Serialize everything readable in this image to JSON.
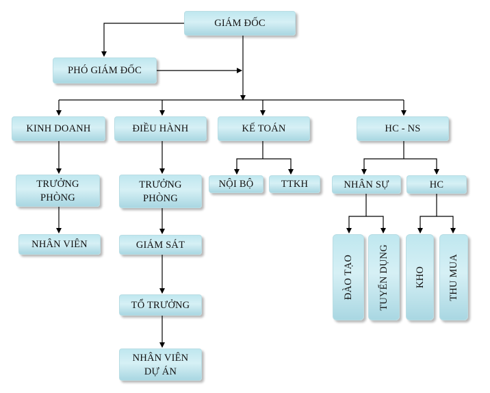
{
  "nodes": {
    "giam_doc": "GIÁM ĐỐC",
    "pho_giam_doc": "PHÓ GIÁM ĐỐC",
    "kinh_doanh": "KINH DOANH",
    "dieu_hanh": "ĐIỀU HÀNH",
    "ke_toan": "KẾ TOÁN",
    "hc_ns": "HC - NS",
    "kd_truong_phong": "TRƯỞNG\nPHÒNG",
    "kd_nhan_vien": "NHÂN VIÊN",
    "dh_truong_phong": "TRƯỞNG\nPHÒNG",
    "dh_giam_sat": "GIÁM SÁT",
    "dh_to_truong": "TỔ TRƯỞNG",
    "dh_nhan_vien_du_an": "NHÂN VIÊN\nDỰ ÁN",
    "kt_noi_bo": "NỘI BỘ",
    "kt_ttkh": "TTKH",
    "ns_nhan_su": "NHÂN SỰ",
    "ns_hc": "HC",
    "ns_dao_tao": "ĐÀO TẠO",
    "ns_tuyen_dung": "TUYỂN DỤNG",
    "hc_kho": "KHO",
    "hc_thu_mua": "THU MUA"
  },
  "colors": {
    "box_fill": "#c6eaf1",
    "line": "#000000"
  }
}
